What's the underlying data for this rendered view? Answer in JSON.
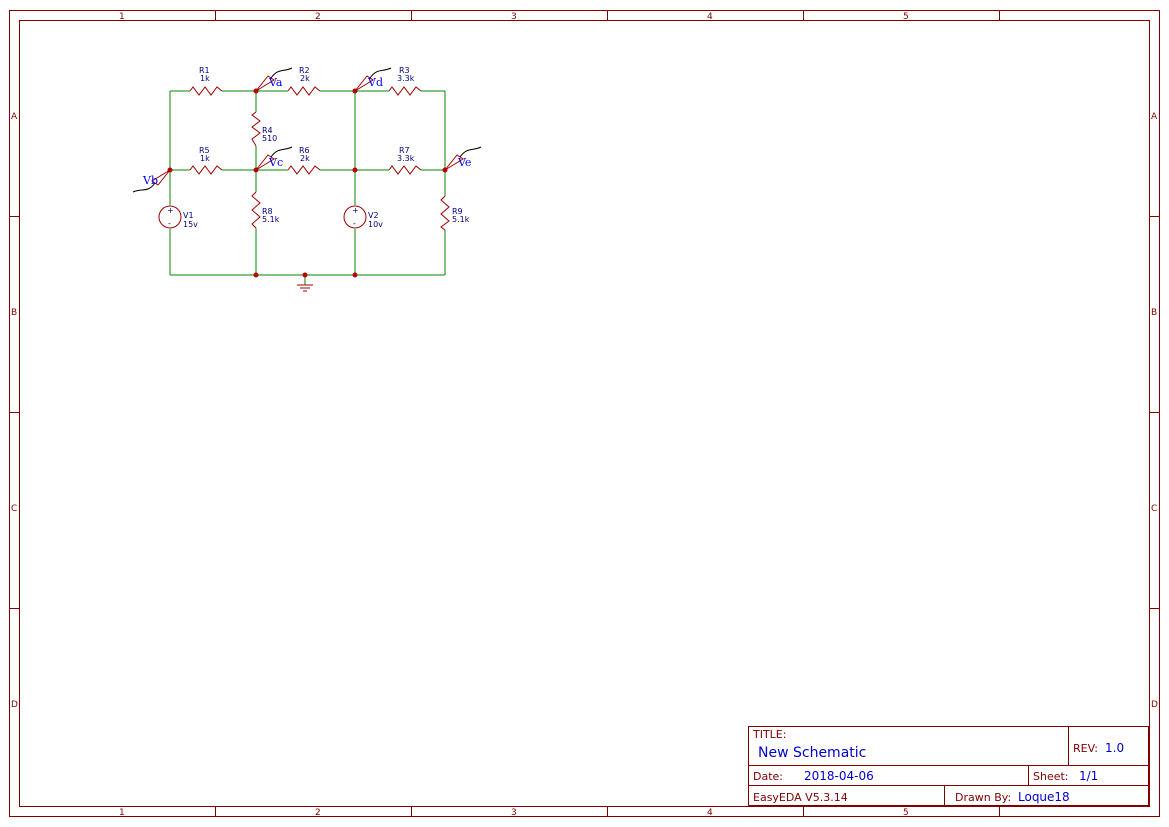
{
  "frame": {
    "columns": [
      "1",
      "2",
      "3",
      "4",
      "5"
    ],
    "rows": [
      "A",
      "B",
      "C",
      "D"
    ]
  },
  "components": [
    {
      "ref": "R1",
      "value": "1k"
    },
    {
      "ref": "R2",
      "value": "2k"
    },
    {
      "ref": "R3",
      "value": "3.3k"
    },
    {
      "ref": "R4",
      "value": "510"
    },
    {
      "ref": "R5",
      "value": "1k"
    },
    {
      "ref": "R6",
      "value": "2k"
    },
    {
      "ref": "R7",
      "value": "3.3k"
    },
    {
      "ref": "R8",
      "value": "5.1k"
    },
    {
      "ref": "R9",
      "value": "5.1k"
    },
    {
      "ref": "V1",
      "value": "15v"
    },
    {
      "ref": "V2",
      "value": "10v"
    }
  ],
  "probes": [
    "Va",
    "Vb",
    "Vc",
    "Vd",
    "Ve"
  ],
  "source_polarity": {
    "plus": "+",
    "minus": "-"
  },
  "title_block": {
    "title_label": "TITLE:",
    "title": "New Schematic",
    "rev_label": "REV:",
    "rev": "1.0",
    "date_label": "Date:",
    "date": "2018-04-06",
    "sheet_label": "Sheet:",
    "sheet": "1/1",
    "tool": "EasyEDA V5.3.14",
    "drawn_by_label": "Drawn By:",
    "drawn_by": "Loque18"
  },
  "colors": {
    "frame": "#800000",
    "wire": "#008800",
    "component": "#a00000",
    "junction": "#c00000",
    "label": "#000080",
    "probe_label": "#0000ff"
  }
}
